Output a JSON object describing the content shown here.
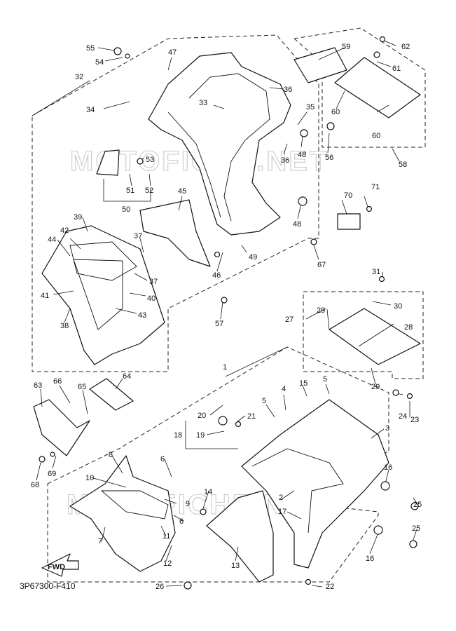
{
  "diagram_code": "3P67300-F410",
  "fwd_label": "FWD",
  "watermark": "MOTOFICHE.NET",
  "callouts": {
    "n1": "1",
    "n2": "2",
    "n3": "3",
    "n4": "4",
    "n5": "5",
    "n6": "6",
    "n7": "7",
    "n8": "8",
    "n9": "9",
    "n10": "10",
    "n11": "11",
    "n12": "12",
    "n13": "13",
    "n14": "14",
    "n15": "15",
    "n16": "16",
    "n17": "17",
    "n18": "18",
    "n19": "19",
    "n20": "20",
    "n21": "21",
    "n22": "22",
    "n23": "23",
    "n24": "24",
    "n25": "25",
    "n26": "26",
    "n27": "27",
    "n28": "28",
    "n29": "29",
    "n30": "30",
    "n31": "31",
    "n32": "32",
    "n33": "33",
    "n34": "34",
    "n35": "35",
    "n36": "36",
    "n37": "37",
    "n38": "38",
    "n39": "39",
    "n40": "40",
    "n41": "41",
    "n42": "42",
    "n43": "43",
    "n44": "44",
    "n45": "45",
    "n46": "46",
    "n47": "47",
    "n48": "48",
    "n49": "49",
    "n50": "50",
    "n51": "51",
    "n52": "52",
    "n53": "53",
    "n54": "54",
    "n55": "55",
    "n56": "56",
    "n57": "57",
    "n58": "58",
    "n59": "59",
    "n60": "60",
    "n61": "61",
    "n62": "62",
    "n63": "63",
    "n64": "64",
    "n65": "65",
    "n66": "66",
    "n67": "67",
    "n68": "68",
    "n69": "69",
    "n70": "70",
    "n71": "71"
  }
}
